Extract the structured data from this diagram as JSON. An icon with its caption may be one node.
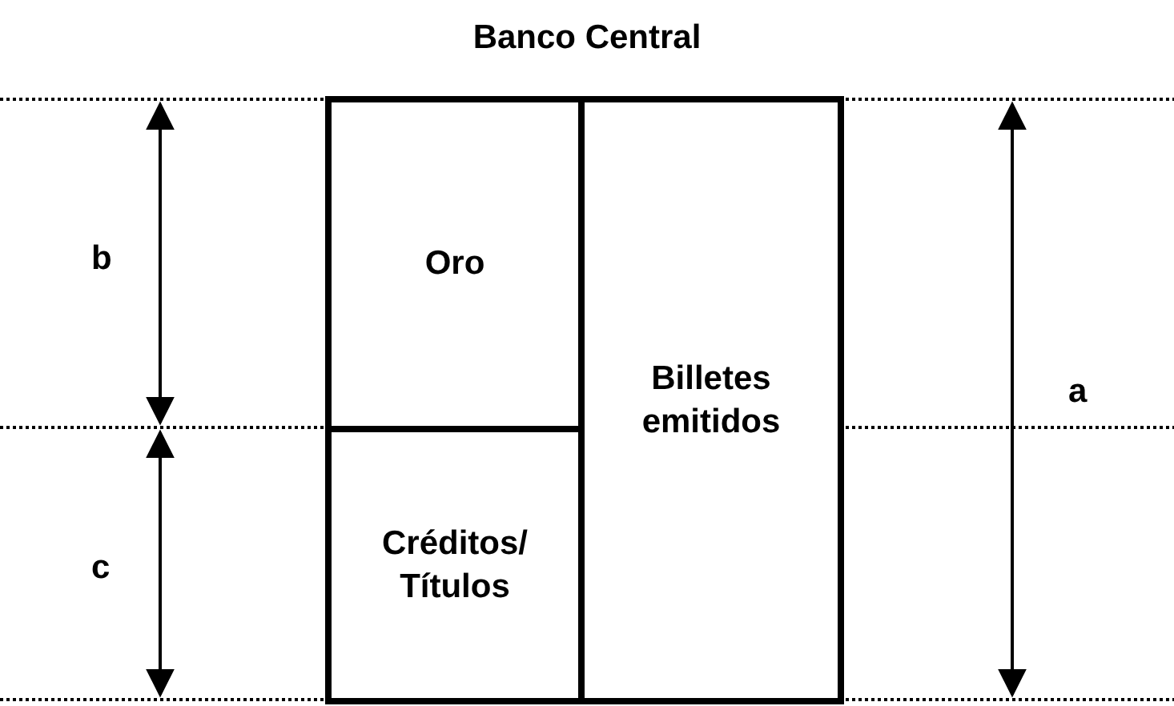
{
  "diagram": {
    "title": "Banco Central",
    "nodes": [
      {
        "text": [
          "Oro"
        ]
      },
      {
        "text": [
          "Billetes emitidos"
        ]
      },
      {
        "text": [
          "Créditos/ Títulos"
        ]
      }
    ],
    "labels": [
      "b",
      "a",
      "c"
    ]
  }
}
